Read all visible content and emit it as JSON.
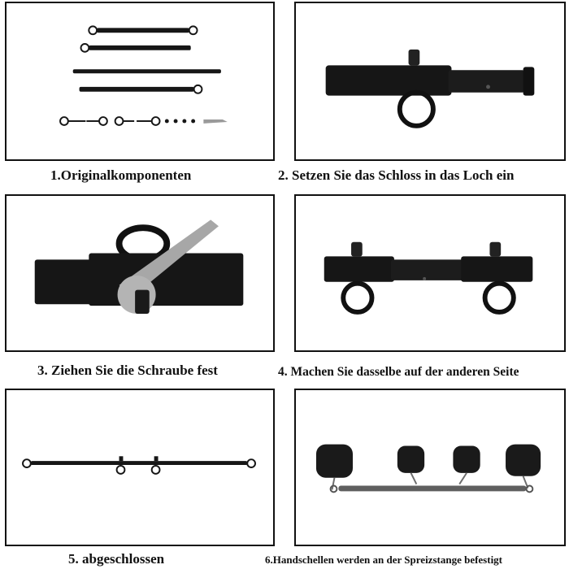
{
  "captions": {
    "step1": "1.Originalkomponenten",
    "step2": "2. Setzen Sie das Schloss in das Loch ein",
    "step3": "3. Ziehen Sie die Schraube fest",
    "step4": "4. Machen Sie dasselbe auf der anderen Seite",
    "step5": "5. abgeschlossen",
    "step6": "6.Handschellen werden an der Spreizstange befestigt"
  },
  "colors": {
    "bar": "#161616",
    "border": "#111111",
    "metal": "#9a9a9a"
  }
}
